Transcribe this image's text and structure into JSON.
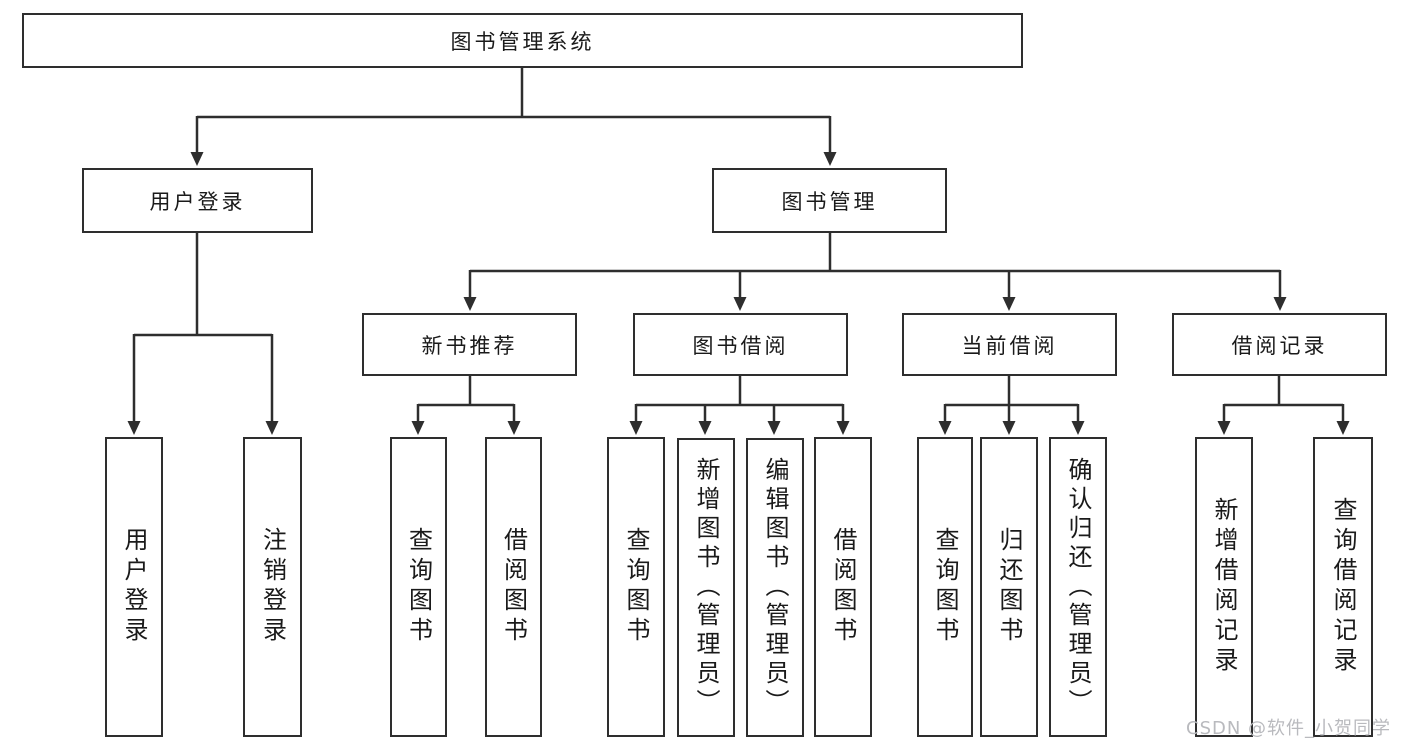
{
  "tree": {
    "title": "图书管理系统",
    "branches": [
      {
        "label": "用户登录",
        "children": [
          "用户登录",
          "注销登录"
        ]
      },
      {
        "label": "图书管理",
        "groups": [
          {
            "label": "新书推荐",
            "children": [
              "查询图书",
              "借阅图书"
            ]
          },
          {
            "label": "图书借阅",
            "children": [
              "查询图书",
              "新增图书（管理员）",
              "编辑图书（管理员）",
              "借阅图书"
            ]
          },
          {
            "label": "当前借阅",
            "children": [
              "查询图书",
              "归还图书",
              "确认归还（管理员）"
            ]
          },
          {
            "label": "借阅记录",
            "children": [
              "新增借阅记录",
              "查询借阅记录"
            ]
          }
        ]
      }
    ]
  },
  "watermark": {
    "text": "CSDN @软件_小贺同学"
  },
  "colors": {
    "line": "#2e2e2e",
    "text": "#1a1a1a",
    "box_background": "#ffffff",
    "watermark": "#b9babe",
    "page_background": "#ffffff"
  }
}
